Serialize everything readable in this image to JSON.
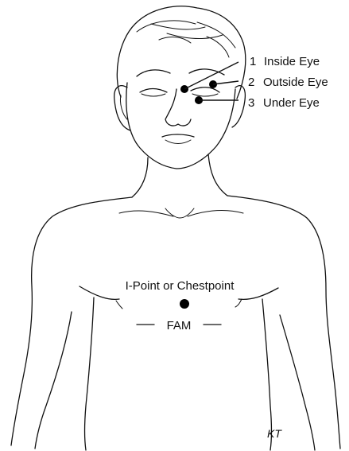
{
  "points": [
    {
      "number": "1",
      "name": "Inside Eye"
    },
    {
      "number": "2",
      "name": "Outside Eye"
    },
    {
      "number": "3",
      "name": "Under Eye"
    }
  ],
  "chest": {
    "label": "I-Point or Chestpoint",
    "sublabel": "FAM"
  },
  "artist_initials": "KT",
  "colors": {
    "ink": "#111111",
    "background": "#ffffff"
  }
}
